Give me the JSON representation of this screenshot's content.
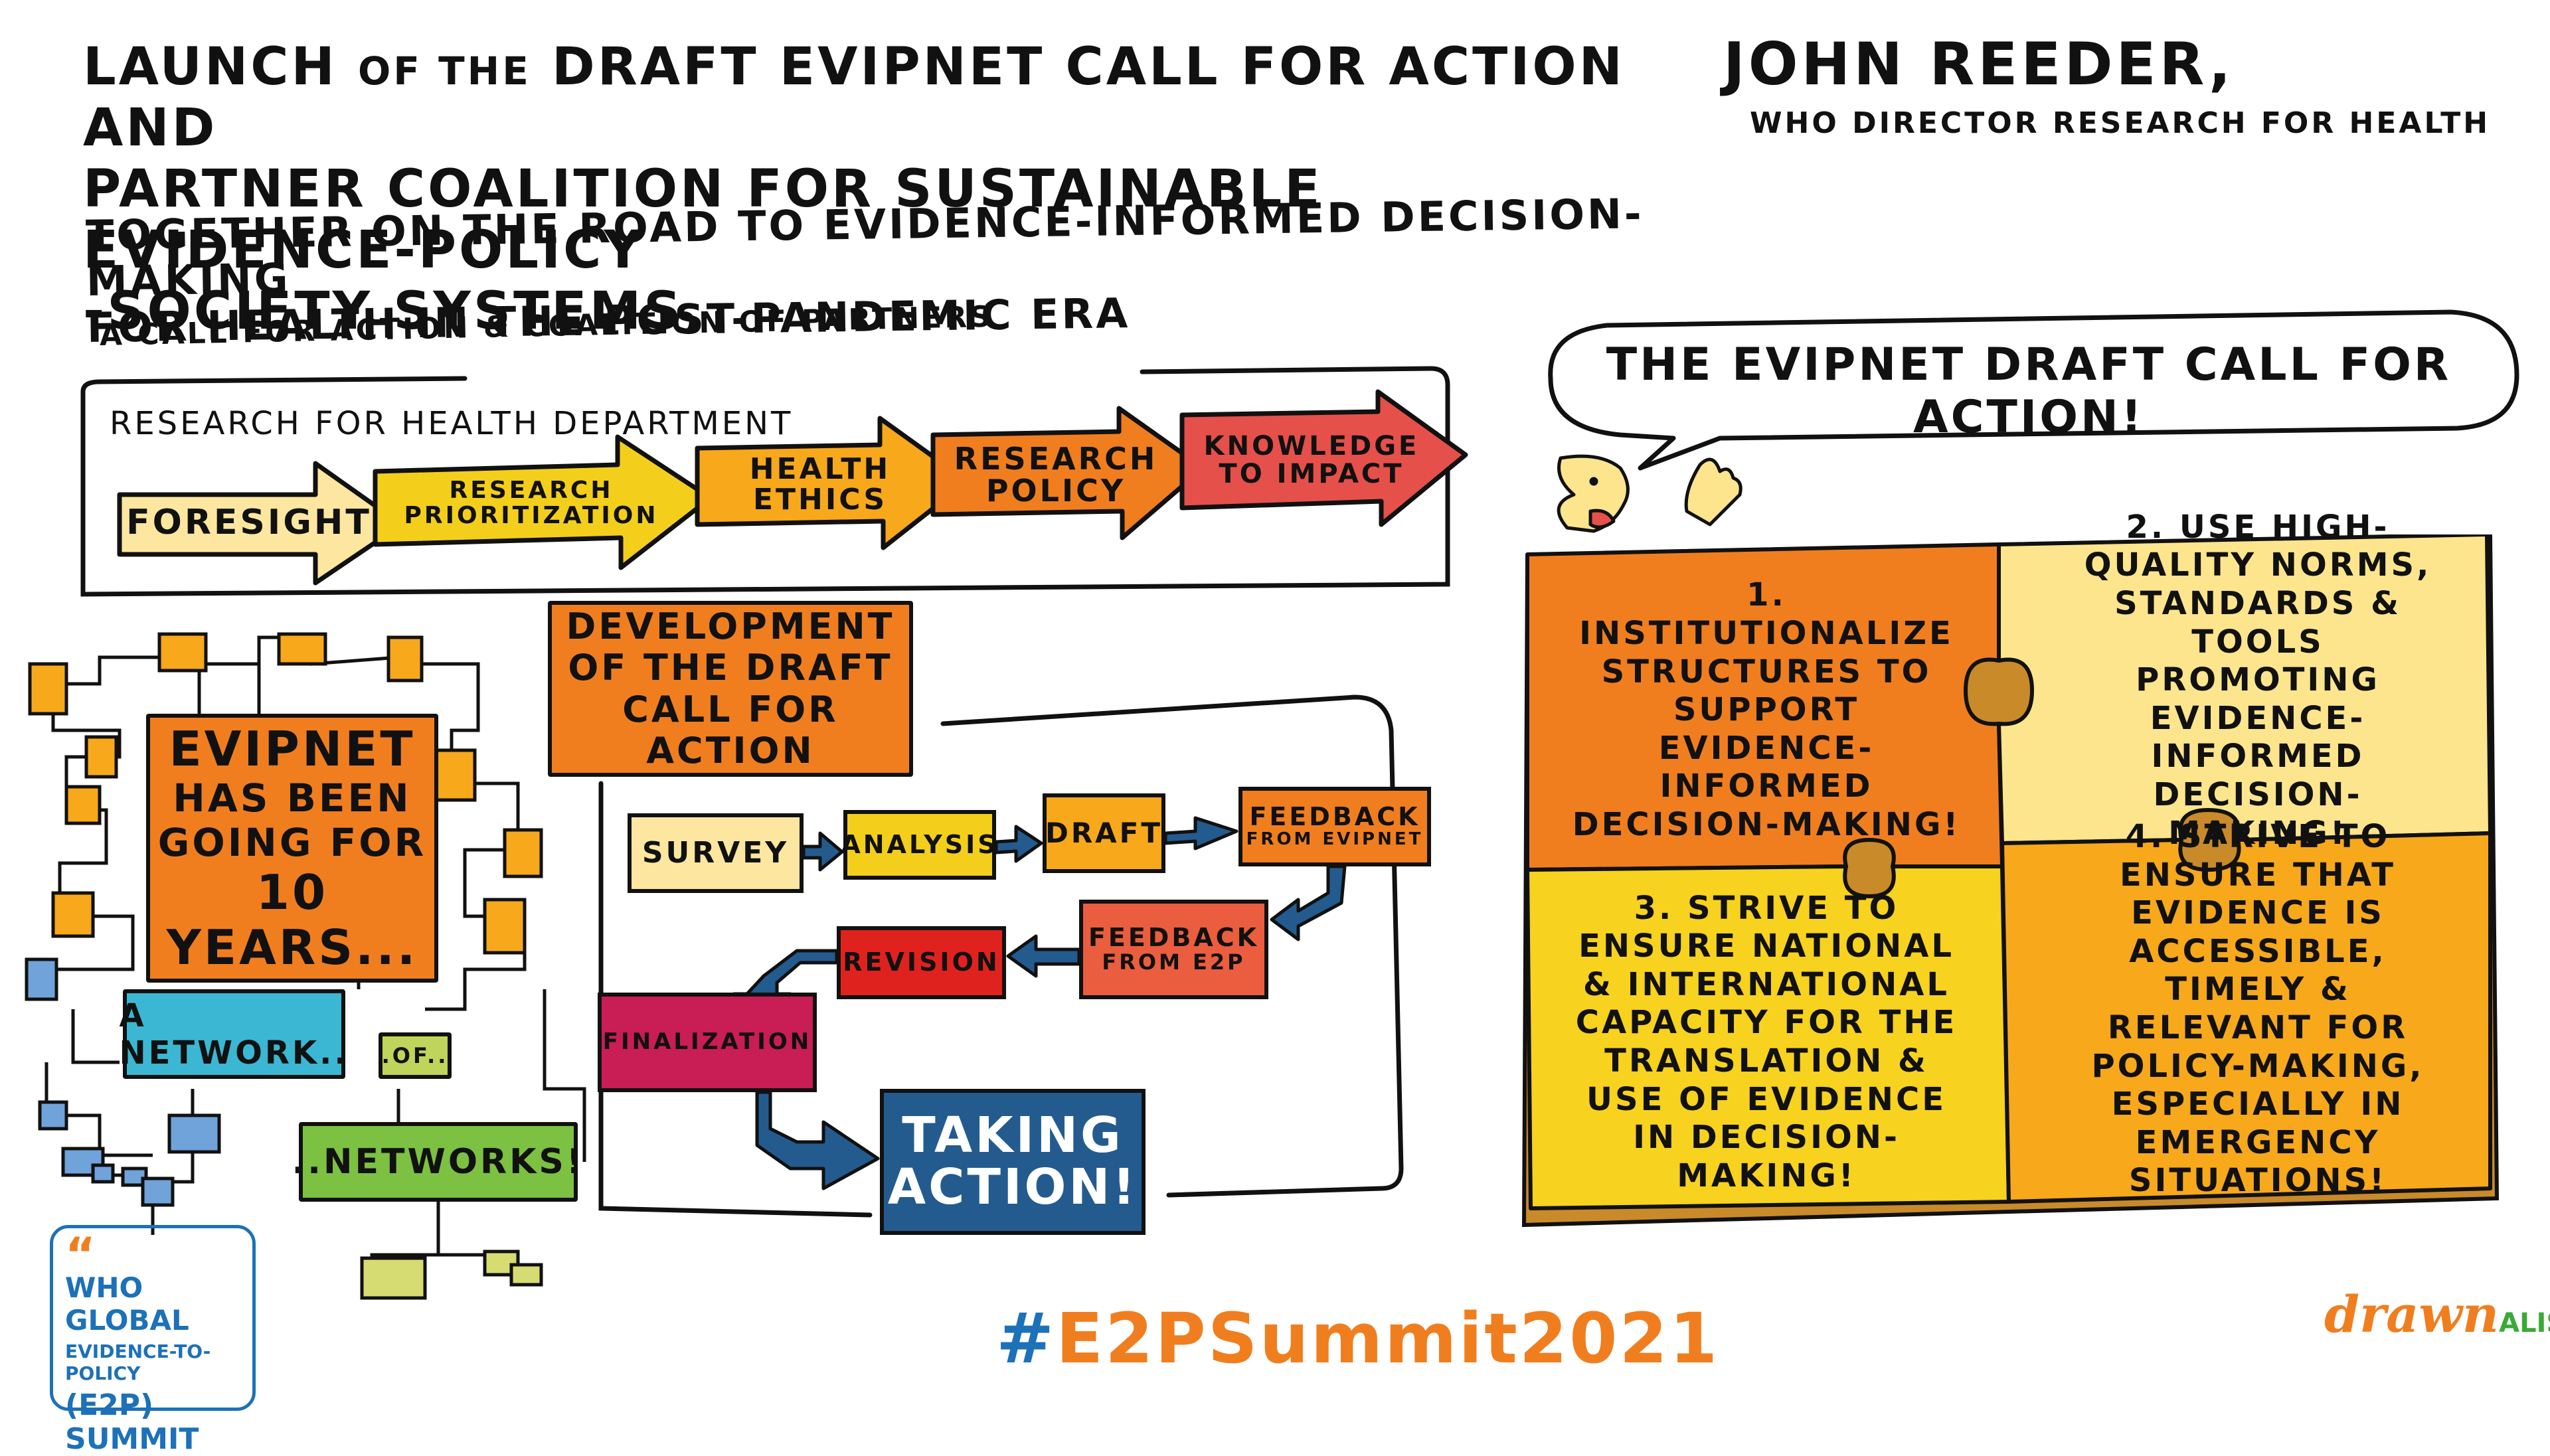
{
  "header": {
    "title_line1_a": "LAUNCH",
    "title_line1_b": "OF THE",
    "title_line1_c": "DRAFT EVIPNET CALL FOR ACTION AND",
    "title_line2": "PARTNER COALITION FOR SUSTAINABLE EVIDENCE-POLICY",
    "title_line3": "-SOCIETY SYSTEMS",
    "speaker_name": "JOHN REEDER,",
    "speaker_role": "WHO DIRECTOR RESEARCH FOR HEALTH",
    "subtitle_line1": "TOGETHER ON THE ROAD TO EVIDENCE-INFORMED DECISION-MAKING",
    "subtitle_line2": "FOR HEALTH IN THE POST-PANDEMIC ERA",
    "subsubtitle": "A CALL FOR ACTION & COALITION OF PARTNERS"
  },
  "department": {
    "label": "RESEARCH FOR HEALTH DEPARTMENT",
    "arrows": [
      {
        "text": "FORESIGHT",
        "color": "#fde7a0"
      },
      {
        "text": "RESEARCH PRIORITIZATION",
        "color": "#f3cf1b"
      },
      {
        "text": "HEALTH ETHICS",
        "color": "#f7a81b"
      },
      {
        "text": "RESEARCH POLICY",
        "color": "#f07e1f"
      },
      {
        "text": "KNOWLEDGE TO IMPACT",
        "color": "#e6504a"
      }
    ]
  },
  "network": {
    "evipnet_line1": "EVIPNET",
    "evipnet_line2": "HAS BEEN",
    "evipnet_line3": "GOING FOR",
    "evipnet_line4": "10 YEARS...",
    "network_label": "A NETWORK..",
    "of_label": ".OF..",
    "networks_label": "..NETWORKS!",
    "colors": {
      "orange": "#f07e1f",
      "blue": "#3bb7d3",
      "olive": "#bfd45a",
      "green": "#7cc142",
      "node_orange": "#f7a81b",
      "node_blue": "#6fa3d9",
      "node_olive": "#d6dc72"
    }
  },
  "development": {
    "title_line1": "DEVELOPMENT",
    "title_line2": "OF THE DRAFT",
    "title_line3": "CALL FOR ACTION",
    "steps": {
      "survey": "SURVEY",
      "analysis": "ANALYSIS",
      "draft": "DRAFT",
      "feedback_evipnet_a": "FEEDBACK",
      "feedback_evipnet_b": "FROM EVIPNET",
      "feedback_e2p_a": "FEEDBACK",
      "feedback_e2p_b": "FROM E2P",
      "revision": "REVISION",
      "finalization": "FINALIZATION",
      "taking_a": "TAKING",
      "taking_b": "ACTION!"
    },
    "arrow_color": "#235b8f"
  },
  "call_for_action": {
    "bubble": "THE EVIPNET DRAFT CALL FOR ACTION!",
    "pieces": [
      {
        "text": "1. INSTITUTIONALIZE STRUCTURES TO SUPPORT EVIDENCE-INFORMED DECISION-MAKING!",
        "color": "#f07e1f"
      },
      {
        "text": "2. USE HIGH-QUALITY NORMS, STANDARDS & TOOLS PROMOTING EVIDENCE-INFORMED DECISION-MAKING!",
        "color": "#fde58e"
      },
      {
        "text": "3. STRIVE TO ENSURE NATIONAL & INTERNATIONAL CAPACITY FOR THE TRANSLATION & USE OF EVIDENCE IN DECISION-MAKING!",
        "color": "#f7d21e"
      },
      {
        "text": "4. STRIVE TO ENSURE THAT EVIDENCE IS ACCESSIBLE, TIMELY & RELEVANT FOR POLICY-MAKING, ESPECIALLY IN EMERGENCY SITUATIONS!",
        "color": "#f7a81b"
      }
    ],
    "board_shadow": "#c98a2a"
  },
  "footer": {
    "logo_quote": "“",
    "logo_line1": "WHO GLOBAL",
    "logo_line2": "EVIDENCE-TO-POLICY",
    "logo_line3": "(E2P) SUMMIT",
    "hashtag_a": "#",
    "hashtag_b": "E2PSummit2021",
    "signature_a": "drawn",
    "signature_b": "ALISM"
  }
}
